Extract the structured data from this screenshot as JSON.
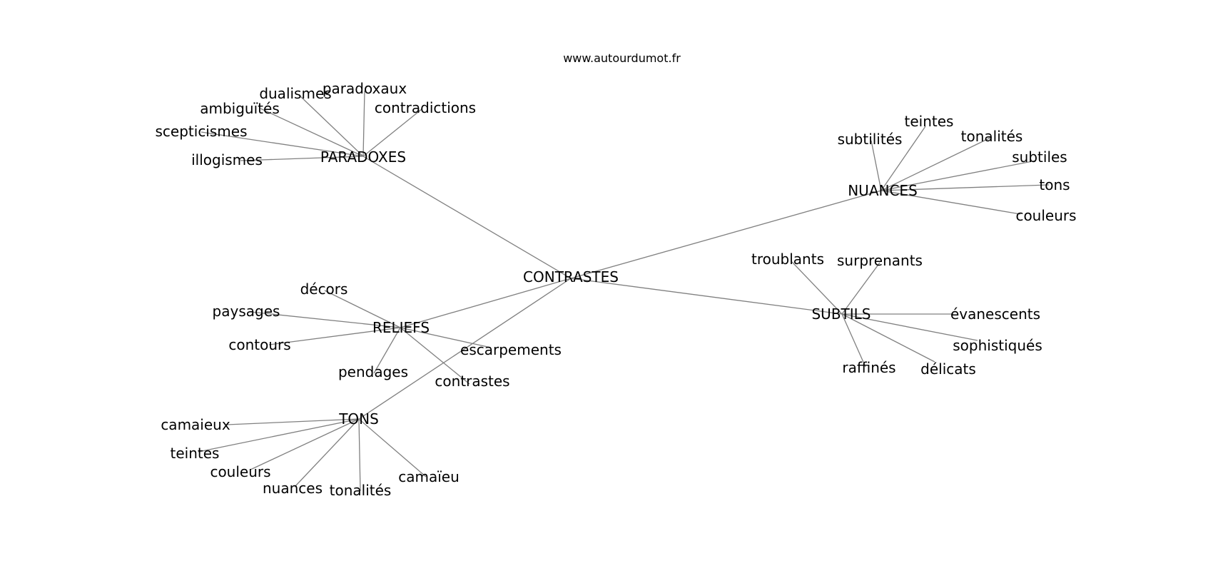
{
  "site": "www.autourdumot.fr",
  "center": "CONTRASTES",
  "groups": [
    {
      "hub": "PARADOXES",
      "leaves": [
        "paradoxaux",
        "dualismes",
        "ambiguïtés",
        "contradictions",
        "scepticismes",
        "illogismes"
      ]
    },
    {
      "hub": "NUANCES",
      "leaves": [
        "teintes",
        "subtilités",
        "tonalités",
        "subtiles",
        "tons",
        "couleurs"
      ]
    },
    {
      "hub": "SUBTILS",
      "leaves": [
        "troublants",
        "surprenants",
        "évanescents",
        "sophistiqués",
        "raffinés",
        "délicats"
      ]
    },
    {
      "hub": "RELIEFS",
      "leaves": [
        "décors",
        "paysages",
        "contours",
        "escarpements",
        "pendages",
        "contrastes"
      ]
    },
    {
      "hub": "TONS",
      "leaves": [
        "camaieux",
        "teintes",
        "couleurs",
        "nuances",
        "tonalités",
        "camaïeu"
      ]
    }
  ]
}
